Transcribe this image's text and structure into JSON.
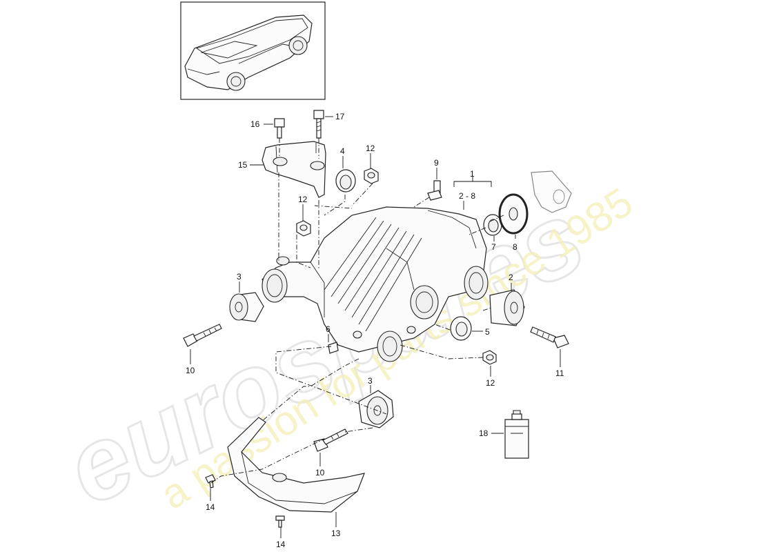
{
  "watermark": {
    "brand": "eurospares",
    "tagline": "a passion for parts since 1985"
  },
  "callouts": {
    "c1": "1",
    "c1_range": "2 - 8",
    "c2": "2",
    "c3_top": "3",
    "c3_bottom": "3",
    "c4": "4",
    "c5": "5",
    "c6": "6",
    "c7": "7",
    "c8": "8",
    "c9": "9",
    "c10_left": "10",
    "c10_bottom": "10",
    "c11": "11",
    "c12_top": "12",
    "c12_mid": "12",
    "c12_right": "12",
    "c13": "13",
    "c14_upper": "14",
    "c14_lower": "14",
    "c15": "15",
    "c16": "16",
    "c17": "17",
    "c18": "18"
  }
}
